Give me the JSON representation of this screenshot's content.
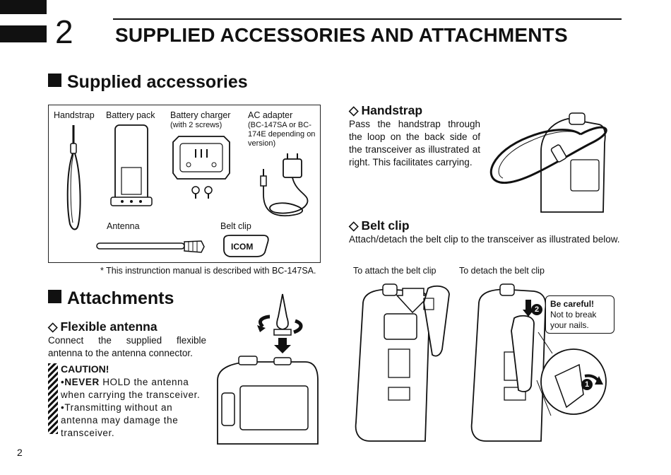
{
  "header": {
    "chapter_number": "2",
    "chapter_title": "SUPPLIED ACCESSORIES AND ATTACHMENTS"
  },
  "supplied": {
    "title": "Supplied accessories",
    "items": {
      "handstrap": "Handstrap",
      "battery_pack": "Battery pack",
      "battery_charger": "Battery charger",
      "battery_charger_note": "(with 2 screws)",
      "ac_adapter": "AC adapter",
      "ac_adapter_note": "(BC-147SA or BC-174E depending on version)",
      "antenna": "Antenna",
      "belt_clip": "Belt clip"
    },
    "footnote": "* This instrunction manual is described with BC-147SA.",
    "belt_clip_logo": "ICOM"
  },
  "attachments": {
    "title": "Attachments",
    "flexible_antenna": {
      "heading": "Flexible antenna",
      "text": "Connect the supplied flexible antenna to the antenna connector."
    },
    "caution": {
      "heading": "CAUTION!",
      "bullet1_strong": "NEVER",
      "bullet1_rest": "HOLD the antenna when carrying the transceiver.",
      "bullet2": "Transmitting without an antenna may damage the transceiver."
    },
    "handstrap": {
      "heading": "Handstrap",
      "text": "Pass the handstrap through the loop on the back side of the transceiver as illustrated at right. This facilitates carrying."
    },
    "belt_clip": {
      "heading": "Belt clip",
      "text": "Attach/detach the belt clip to the transceiver as illustrated below.",
      "attach_caption": "To attach the belt clip",
      "detach_caption": "To detach the belt clip",
      "step_marker": "2",
      "step_marker_1": "1",
      "note_title": "Be careful!",
      "note_text": "Not to break your nails."
    }
  },
  "page_number": "2"
}
